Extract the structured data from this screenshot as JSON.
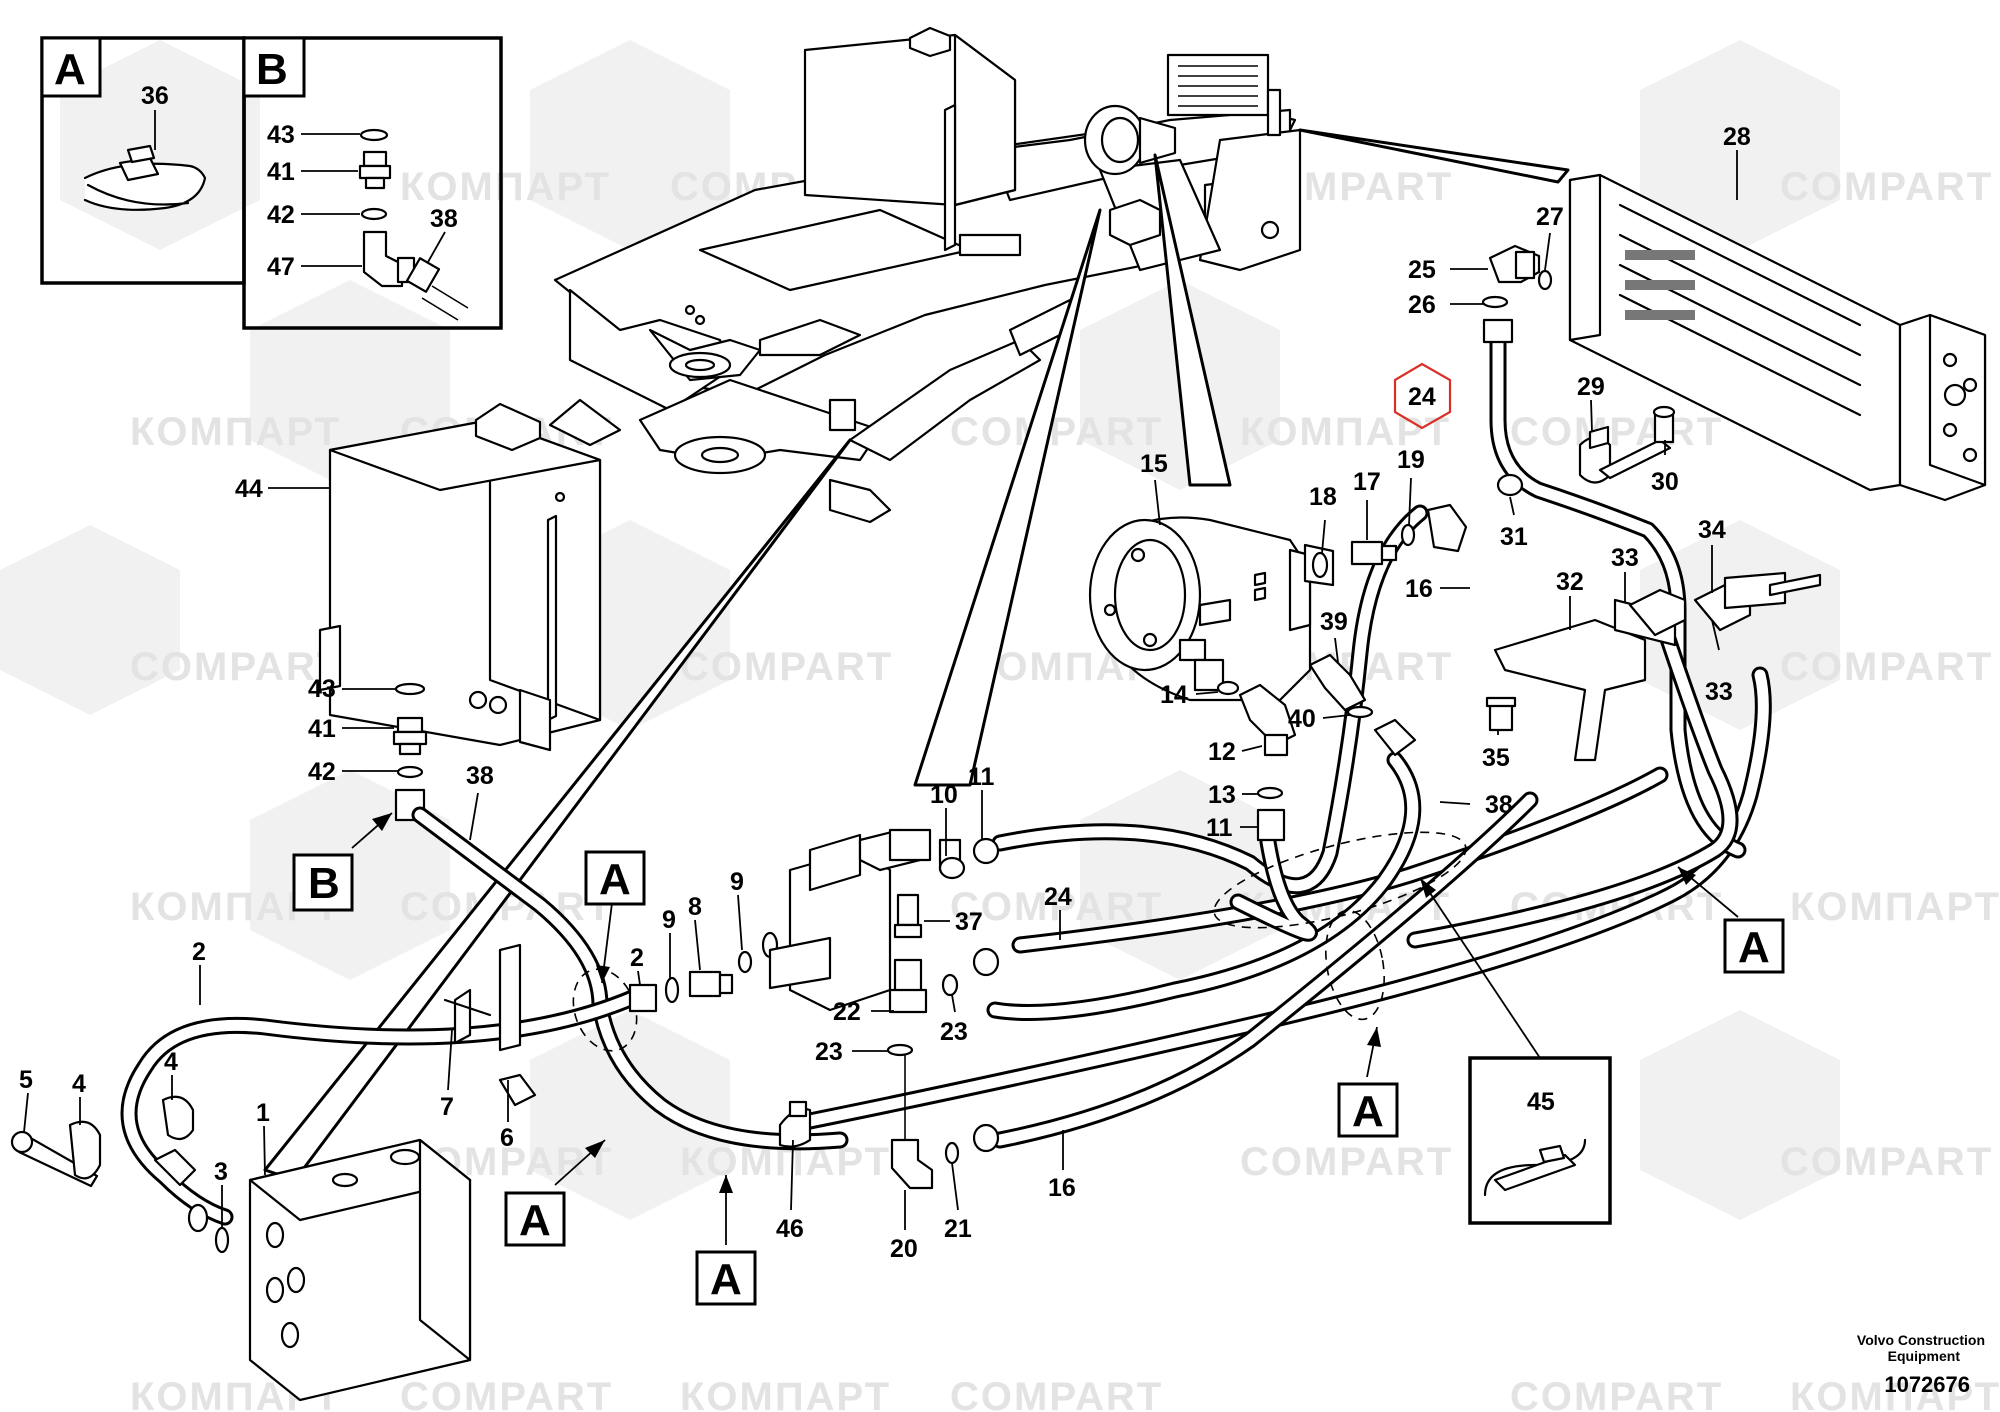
{
  "watermarks": {
    "brand_a": "КОМПАРТ",
    "brand_b": "COMPART"
  },
  "detail_views": [
    {
      "letter": "A",
      "labels": [
        "36"
      ]
    },
    {
      "letter": "B",
      "labels": [
        "43",
        "41",
        "42",
        "47",
        "38"
      ]
    }
  ],
  "callouts": [
    "A",
    "B",
    "A",
    "A",
    "A",
    "A",
    "A"
  ],
  "part_labels": [
    {
      "id": "44",
      "text": "44"
    },
    {
      "id": "43",
      "text": "43"
    },
    {
      "id": "41",
      "text": "41"
    },
    {
      "id": "42",
      "text": "42"
    },
    {
      "id": "38a",
      "text": "38"
    },
    {
      "id": "2a",
      "text": "2"
    },
    {
      "id": "5",
      "text": "5"
    },
    {
      "id": "4a",
      "text": "4"
    },
    {
      "id": "4b",
      "text": "4"
    },
    {
      "id": "1",
      "text": "1"
    },
    {
      "id": "3",
      "text": "3"
    },
    {
      "id": "7",
      "text": "7"
    },
    {
      "id": "6",
      "text": "6"
    },
    {
      "id": "2b",
      "text": "2"
    },
    {
      "id": "9a",
      "text": "9"
    },
    {
      "id": "8",
      "text": "8"
    },
    {
      "id": "9b",
      "text": "9"
    },
    {
      "id": "10",
      "text": "10"
    },
    {
      "id": "11a",
      "text": "11"
    },
    {
      "id": "37",
      "text": "37"
    },
    {
      "id": "24a",
      "text": "24"
    },
    {
      "id": "22",
      "text": "22"
    },
    {
      "id": "23a",
      "text": "23"
    },
    {
      "id": "23b",
      "text": "23"
    },
    {
      "id": "46",
      "text": "46"
    },
    {
      "id": "20",
      "text": "20"
    },
    {
      "id": "21",
      "text": "21"
    },
    {
      "id": "16a",
      "text": "16"
    },
    {
      "id": "15",
      "text": "15"
    },
    {
      "id": "18",
      "text": "18"
    },
    {
      "id": "17",
      "text": "17"
    },
    {
      "id": "19",
      "text": "19"
    },
    {
      "id": "16b",
      "text": "16"
    },
    {
      "id": "39",
      "text": "39"
    },
    {
      "id": "14",
      "text": "14"
    },
    {
      "id": "40",
      "text": "40"
    },
    {
      "id": "12",
      "text": "12"
    },
    {
      "id": "13",
      "text": "13"
    },
    {
      "id": "11b",
      "text": "11"
    },
    {
      "id": "38b",
      "text": "38"
    },
    {
      "id": "45",
      "text": "45"
    },
    {
      "id": "25",
      "text": "25"
    },
    {
      "id": "26",
      "text": "26"
    },
    {
      "id": "27",
      "text": "27"
    },
    {
      "id": "28",
      "text": "28"
    },
    {
      "id": "24b",
      "text": "24"
    },
    {
      "id": "29",
      "text": "29"
    },
    {
      "id": "30",
      "text": "30"
    },
    {
      "id": "31",
      "text": "31"
    },
    {
      "id": "32",
      "text": "32"
    },
    {
      "id": "33a",
      "text": "33"
    },
    {
      "id": "34",
      "text": "34"
    },
    {
      "id": "33b",
      "text": "33"
    },
    {
      "id": "35",
      "text": "35"
    }
  ],
  "highlighted_part": "24",
  "highlight_color": "#d93025",
  "footer": {
    "manufacturer_line1": "Volvo Construction",
    "manufacturer_line2": "Equipment",
    "document_number": "1072676"
  }
}
